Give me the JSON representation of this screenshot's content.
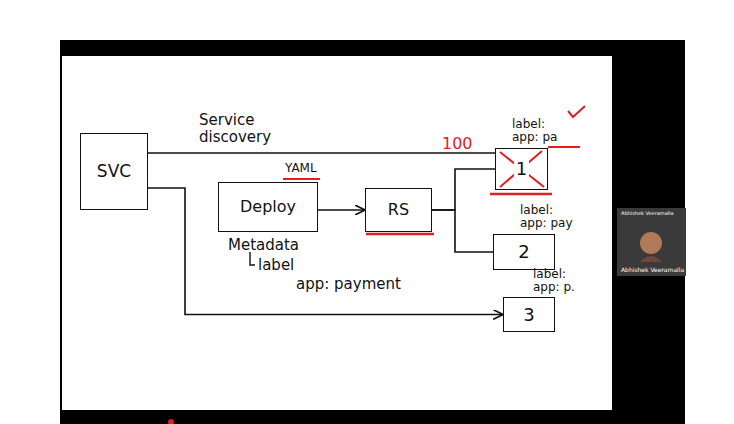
{
  "diagram": {
    "nodes": [
      {
        "text": [
          "SVC"
        ]
      },
      {
        "text": [
          "Deploy"
        ]
      },
      {
        "text": [
          "RS"
        ]
      },
      {
        "text": [
          "1"
        ]
      },
      {
        "text": [
          "2"
        ]
      },
      {
        "text": [
          "3"
        ]
      }
    ],
    "edges": [
      {
        "from": 0,
        "to": 3,
        "arrow": "none",
        "label": "Service discovery"
      },
      {
        "from": 0,
        "to": 5,
        "arrow": "to"
      },
      {
        "from": 1,
        "to": 2,
        "arrow": "to"
      },
      {
        "from": 2,
        "to": 3,
        "arrow": "none"
      },
      {
        "from": 2,
        "to": 4,
        "arrow": "none"
      }
    ],
    "labels": [
      "YAML",
      "Metadata",
      "label",
      "app: payment",
      "100",
      "label: app: pa",
      "label: app: pay",
      "label: app: p.",
      "Abhishek Veeramalla",
      "Abhishek Veeramalla"
    ]
  }
}
